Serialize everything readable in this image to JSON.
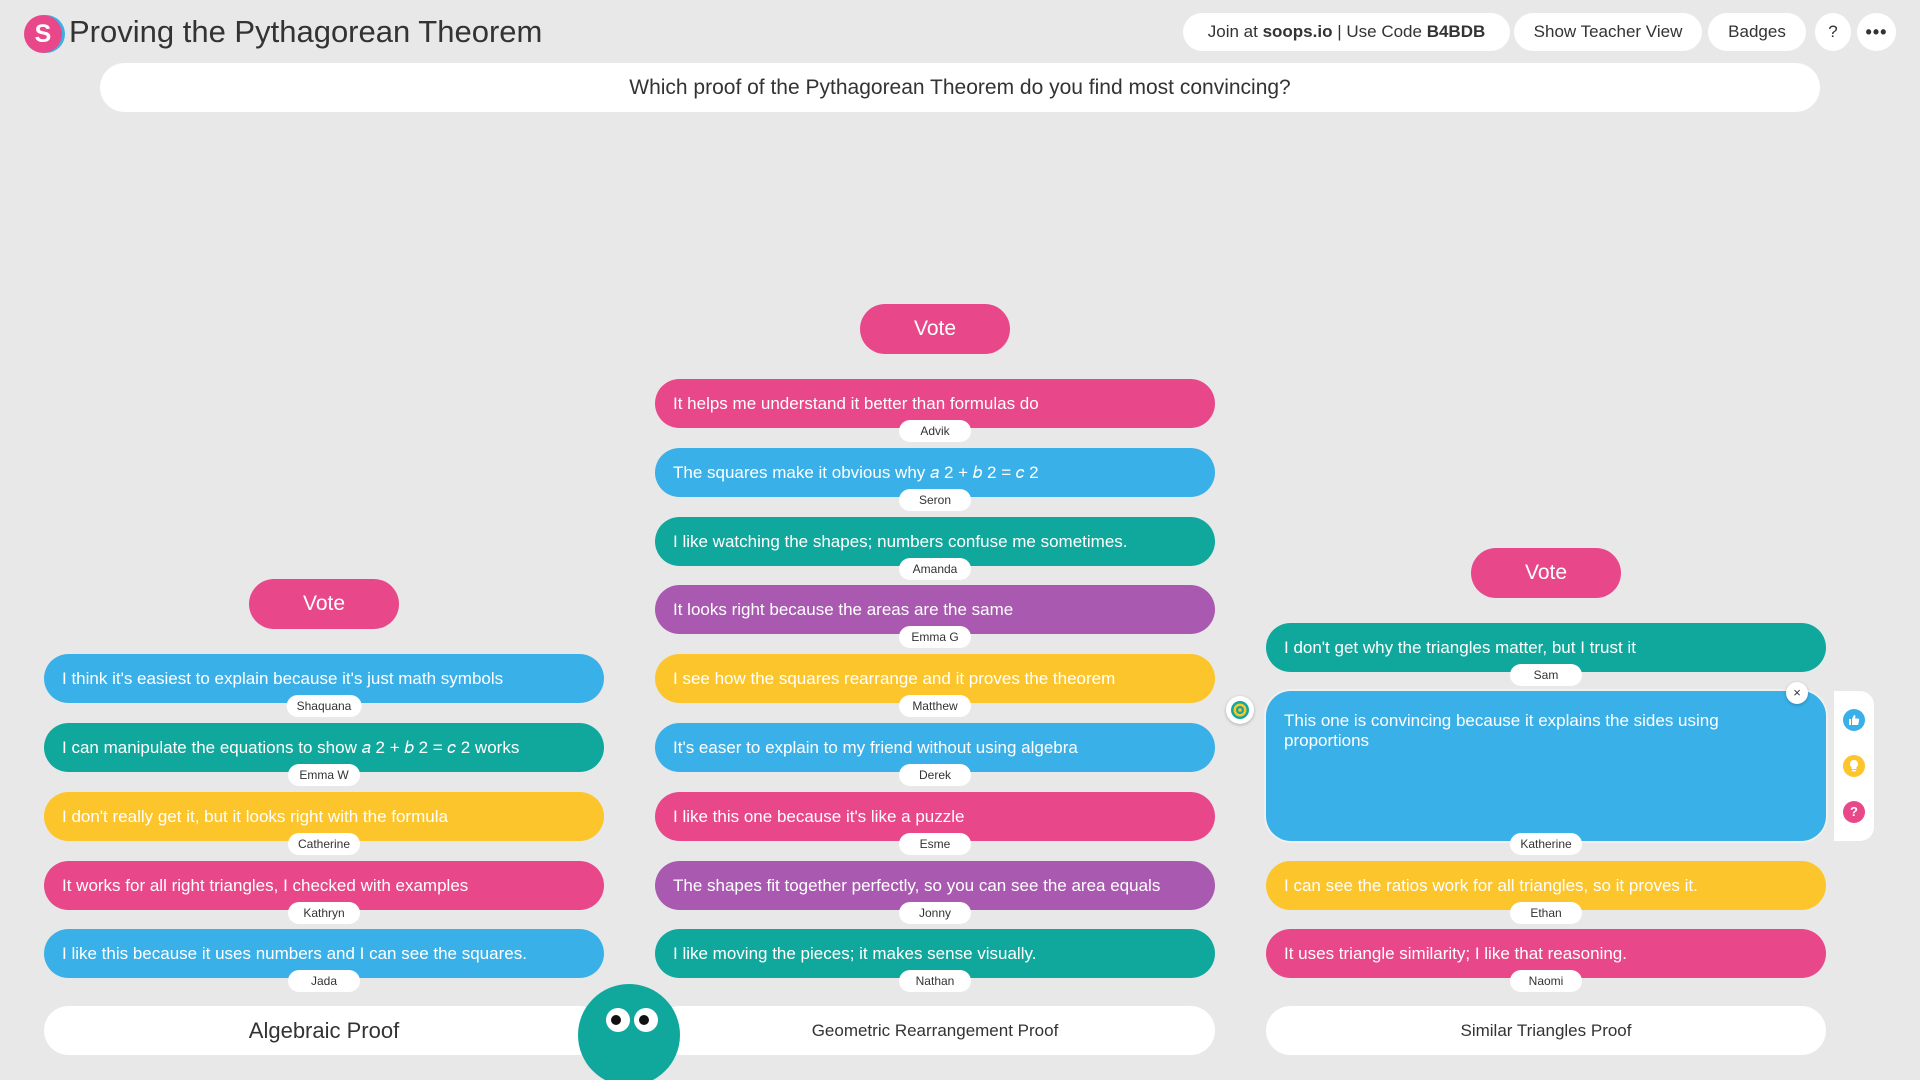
{
  "app": {
    "logo_letter": "S",
    "title": "Proving the Pythagorean Theorem",
    "brand_colors": {
      "pink": "#e8488a",
      "blue": "#3ab0e8",
      "teal": "#10a89c",
      "yellow": "#fcc52c",
      "purple": "#a95ab0"
    }
  },
  "header": {
    "join_prefix": "Join at",
    "join_site": "soops.io",
    "join_separator": "| Use Code",
    "join_code": "B4BDB",
    "teacher_view": "Show Teacher View",
    "badges": "Badges",
    "help": "?",
    "more": "•••"
  },
  "question": "Which proof of the Pythagorean Theorem do you find most convincing?",
  "columns": [
    {
      "vote_label": "Vote",
      "label": "Algebraic Proof",
      "cards": [
        {
          "text": "I think it's easiest to explain because it's just math symbols",
          "author": "Shaquana",
          "color": "blue"
        },
        {
          "text": "I can manipulate the equations to show 𝑎 2 + 𝑏 2 = 𝑐 2  works",
          "author": "Emma W",
          "color": "teal"
        },
        {
          "text": "I don't really get it, but it looks right with the formula",
          "author": "Catherine",
          "color": "yellow"
        },
        {
          "text": "It works for all right triangles, I checked with examples",
          "author": "Kathryn",
          "color": "pink"
        },
        {
          "text": "I like this because it uses numbers and I can see the squares.",
          "author": "Jada",
          "color": "blue"
        }
      ]
    },
    {
      "vote_label": "Vote",
      "label": "Geometric Rearrangement Proof",
      "cards": [
        {
          "text": "It helps me understand it better than formulas do",
          "author": "Advik",
          "color": "pink"
        },
        {
          "text": "The squares make it obvious why 𝑎 2 + 𝑏 2 = 𝑐 2",
          "author": "Seron",
          "color": "blue"
        },
        {
          "text": "I like watching the shapes; numbers confuse me sometimes.",
          "author": "Amanda",
          "color": "teal"
        },
        {
          "text": "It looks right because the areas are the same",
          "author": "Emma G",
          "color": "purple"
        },
        {
          "text": "I see how the squares rearrange and it proves the theorem",
          "author": "Matthew",
          "color": "yellow"
        },
        {
          "text": "It's easer to explain to my friend without using algebra",
          "author": "Derek",
          "color": "blue"
        },
        {
          "text": "I like this one because it's like a puzzle",
          "author": "Esme",
          "color": "pink"
        },
        {
          "text": "The shapes fit together perfectly, so you can see the area equals",
          "author": "Jonny",
          "color": "purple"
        },
        {
          "text": "I like moving the pieces; it makes sense visually.",
          "author": "Nathan",
          "color": "teal"
        }
      ]
    },
    {
      "vote_label": "Vote",
      "label": "Similar Triangles Proof",
      "cards": [
        {
          "text": "I don't get why the triangles matter, but I trust it",
          "author": "Sam",
          "color": "teal"
        },
        {
          "text": "This one is convincing because it explains the sides using proportions",
          "author": "Katherine",
          "color": "blue",
          "selected": true
        },
        {
          "text": "I can see the ratios work for all triangles, so it proves it.",
          "author": "Ethan",
          "color": "yellow"
        },
        {
          "text": "It uses triangle similarity; I like that reasoning.",
          "author": "Naomi",
          "color": "pink"
        }
      ]
    }
  ],
  "selected_card": {
    "close_label": "×",
    "target_icon": "target-icon",
    "reactions": [
      {
        "icon": "thumbs-up-icon",
        "glyph": "👍",
        "color": "#3ab0e8"
      },
      {
        "icon": "lightbulb-icon",
        "glyph": "💡",
        "color": "#fcc52c"
      },
      {
        "icon": "question-icon",
        "glyph": "?",
        "color": "#e8488a"
      }
    ]
  },
  "mascot": {
    "icon": "mascot-eyes-icon"
  }
}
